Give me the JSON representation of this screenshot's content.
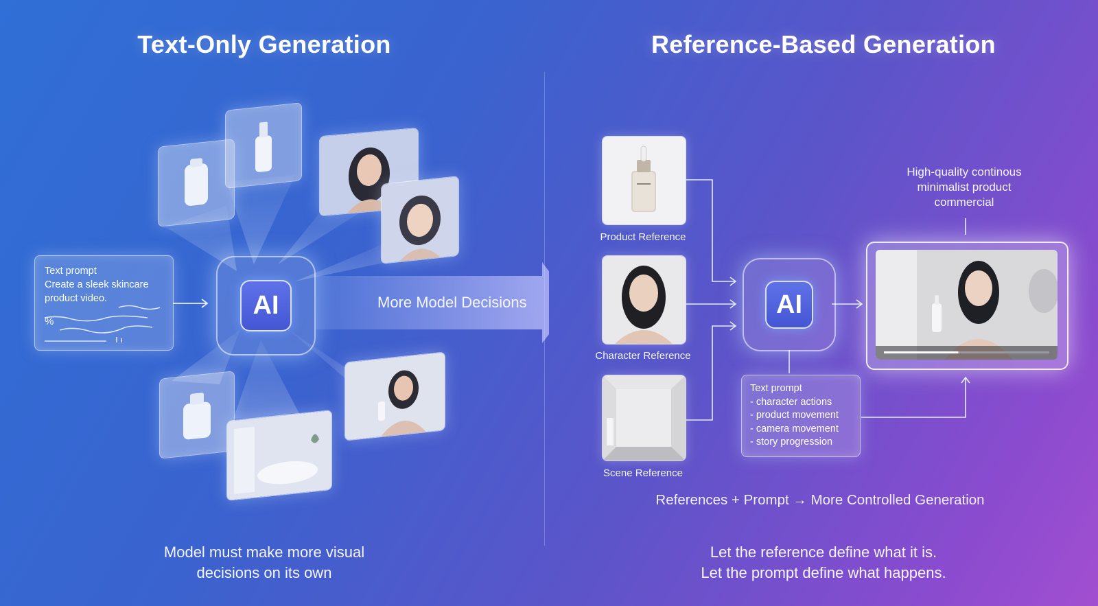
{
  "left": {
    "title": "Text-Only Generation",
    "prompt_label": "Text prompt",
    "prompt_lines": [
      "Create a sleek skincare",
      "product video."
    ],
    "prompt_scribble_symbol": "%",
    "ai_label": "AI",
    "arrow_label": "More Model Decisions",
    "caption_lines": [
      "Model must make more visual",
      "decisions on its own"
    ]
  },
  "right": {
    "title": "Reference-Based Generation",
    "references": [
      {
        "label": "Product Reference",
        "icon": "serum-bottle"
      },
      {
        "label": "Character Reference",
        "icon": "woman-portrait"
      },
      {
        "label": "Scene Reference",
        "icon": "empty-room"
      }
    ],
    "ai_label": "AI",
    "prompt_label": "Text prompt",
    "prompt_items": [
      "- character actions",
      "- product movement",
      "- camera movement",
      "- story progression"
    ],
    "output_caption_lines": [
      "High-quality continous",
      "minimalist product",
      "commercial"
    ],
    "output_progress": 0.45,
    "formula": "References + Prompt → More Controlled Generation",
    "caption_lines": [
      "Let the reference define what it is.",
      "Let the prompt define what happens."
    ]
  },
  "colors": {
    "bg_start": "#2f6fd6",
    "bg_end": "#a24fd0",
    "ai_chip": "#4f62dc"
  }
}
